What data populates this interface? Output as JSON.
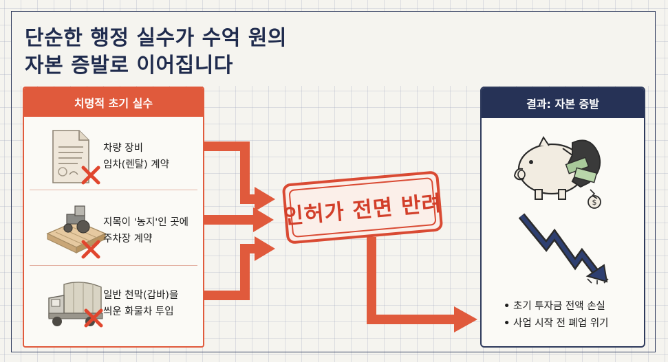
{
  "title": {
    "line1": "단순한 행정 실수가 수억 원의",
    "line2": "자본 증발로 이어집니다"
  },
  "left_panel": {
    "header": "치명적 초기 실수",
    "items": [
      {
        "icon": "document-contract-icon",
        "line1": "차량 장비",
        "line2": "임차(렌탈) 계약"
      },
      {
        "icon": "tractor-on-farmland-icon",
        "line1": "지목이 '농지'인 곳에",
        "line2": "주차장 계약"
      },
      {
        "icon": "covered-cargo-truck-icon",
        "line1": "일반 천막(갑바)을",
        "line2": "씌운 화물차 투입"
      }
    ]
  },
  "stamp": {
    "text": "인허가 전면 반려"
  },
  "right_panel": {
    "header": "결과: 자본 증발",
    "icons": [
      "broken-piggy-bank-icon",
      "falling-arrow-icon"
    ],
    "bullets": [
      "초기 투자금 전액 손실",
      "사업 시작 전 폐업 위기"
    ]
  },
  "colors": {
    "accent_red": "#e05a3c",
    "navy": "#263256",
    "grid_bg": "#f5f4ef"
  }
}
